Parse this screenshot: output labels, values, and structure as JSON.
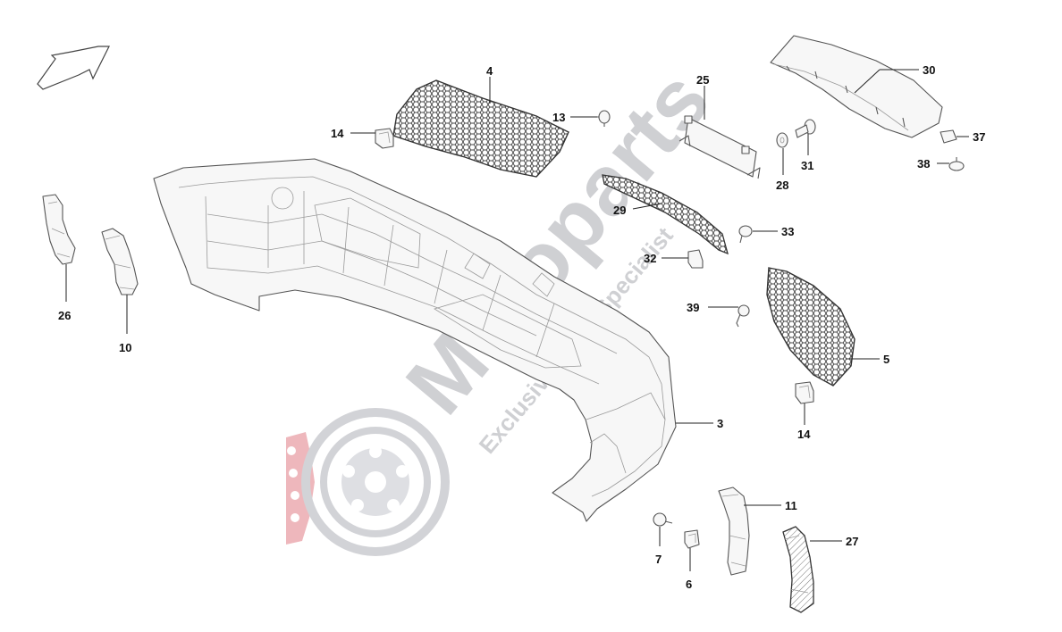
{
  "watermark": {
    "brand": "Motoparts",
    "tagline": "Exclusive Parts Specialist"
  },
  "callouts": [
    {
      "id": "3",
      "label": "3"
    },
    {
      "id": "4",
      "label": "4"
    },
    {
      "id": "5",
      "label": "5"
    },
    {
      "id": "6",
      "label": "6"
    },
    {
      "id": "7",
      "label": "7"
    },
    {
      "id": "10",
      "label": "10"
    },
    {
      "id": "11",
      "label": "11"
    },
    {
      "id": "13",
      "label": "13"
    },
    {
      "id": "14a",
      "label": "14"
    },
    {
      "id": "14b",
      "label": "14"
    },
    {
      "id": "25",
      "label": "25"
    },
    {
      "id": "26",
      "label": "26"
    },
    {
      "id": "27",
      "label": "27"
    },
    {
      "id": "28",
      "label": "28"
    },
    {
      "id": "29",
      "label": "29"
    },
    {
      "id": "30",
      "label": "30"
    },
    {
      "id": "31",
      "label": "31"
    },
    {
      "id": "32",
      "label": "32"
    },
    {
      "id": "33",
      "label": "33"
    },
    {
      "id": "37",
      "label": "37"
    },
    {
      "id": "38",
      "label": "38"
    },
    {
      "id": "39",
      "label": "39"
    }
  ]
}
